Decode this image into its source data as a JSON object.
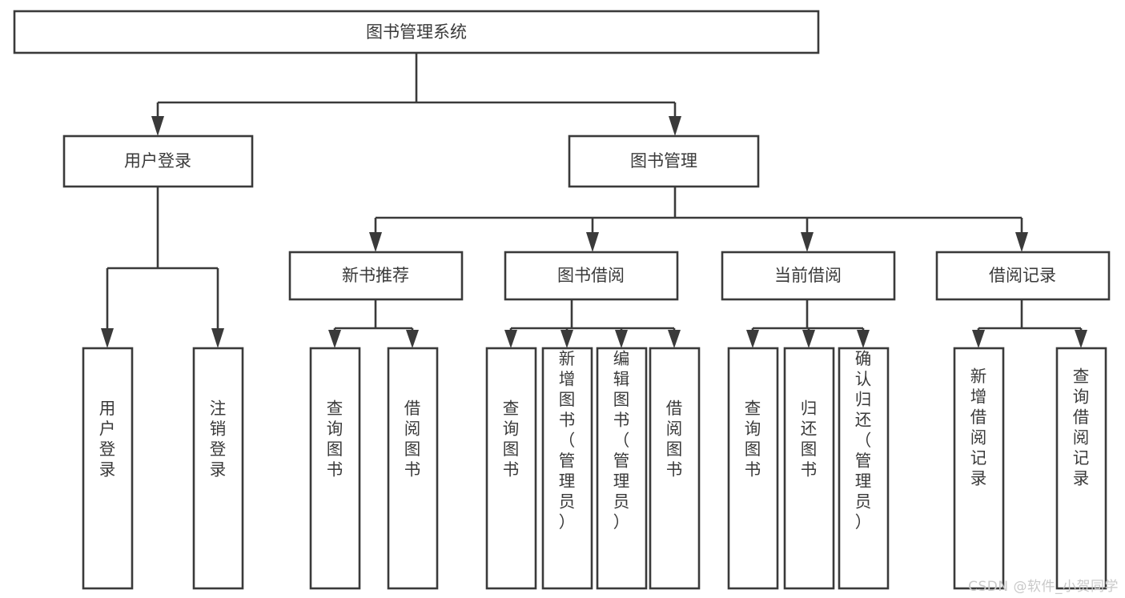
{
  "diagram": {
    "title": "图书管理系统",
    "type": "tree-hierarchy-chart",
    "watermark": "CSDN @软件_小贺同学",
    "colors": {
      "stroke": "#3a3a3a",
      "box_fill": "#ffffff",
      "background": "#ffffff",
      "watermark": "#c9c9c9"
    },
    "root": {
      "label": "图书管理系统"
    },
    "level2": [
      {
        "id": "user-login",
        "label": "用户登录"
      },
      {
        "id": "book-manage",
        "label": "图书管理"
      }
    ],
    "level3": [
      {
        "id": "new-book-recommend",
        "label": "新书推荐"
      },
      {
        "id": "book-borrow",
        "label": "图书借阅"
      },
      {
        "id": "current-borrow",
        "label": "当前借阅"
      },
      {
        "id": "borrow-record",
        "label": "借阅记录"
      }
    ],
    "leaves": [
      {
        "id": "leaf-user-login",
        "label": "用户登录",
        "parent": "user-login"
      },
      {
        "id": "leaf-logout-login",
        "label": "注销登录",
        "parent": "user-login"
      },
      {
        "id": "leaf-query-book-1",
        "label": "查询图书",
        "parent": "new-book-recommend"
      },
      {
        "id": "leaf-borrow-book-1",
        "label": "借阅图书",
        "parent": "new-book-recommend"
      },
      {
        "id": "leaf-query-book-2",
        "label": "查询图书",
        "parent": "book-borrow"
      },
      {
        "id": "leaf-add-book",
        "label": "新增图书（管理员）",
        "parent": "book-borrow"
      },
      {
        "id": "leaf-edit-book",
        "label": "编辑图书（管理员）",
        "parent": "book-borrow"
      },
      {
        "id": "leaf-borrow-book-2",
        "label": "借阅图书",
        "parent": "book-borrow"
      },
      {
        "id": "leaf-query-book-3",
        "label": "查询图书",
        "parent": "current-borrow"
      },
      {
        "id": "leaf-return-book",
        "label": "归还图书",
        "parent": "current-borrow"
      },
      {
        "id": "leaf-confirm-return",
        "label": "确认归还（管理员）",
        "parent": "current-borrow"
      },
      {
        "id": "leaf-add-record",
        "label": "新增借阅记录",
        "parent": "borrow-record"
      },
      {
        "id": "leaf-query-record",
        "label": "查询借阅记录",
        "parent": "borrow-record"
      }
    ]
  }
}
